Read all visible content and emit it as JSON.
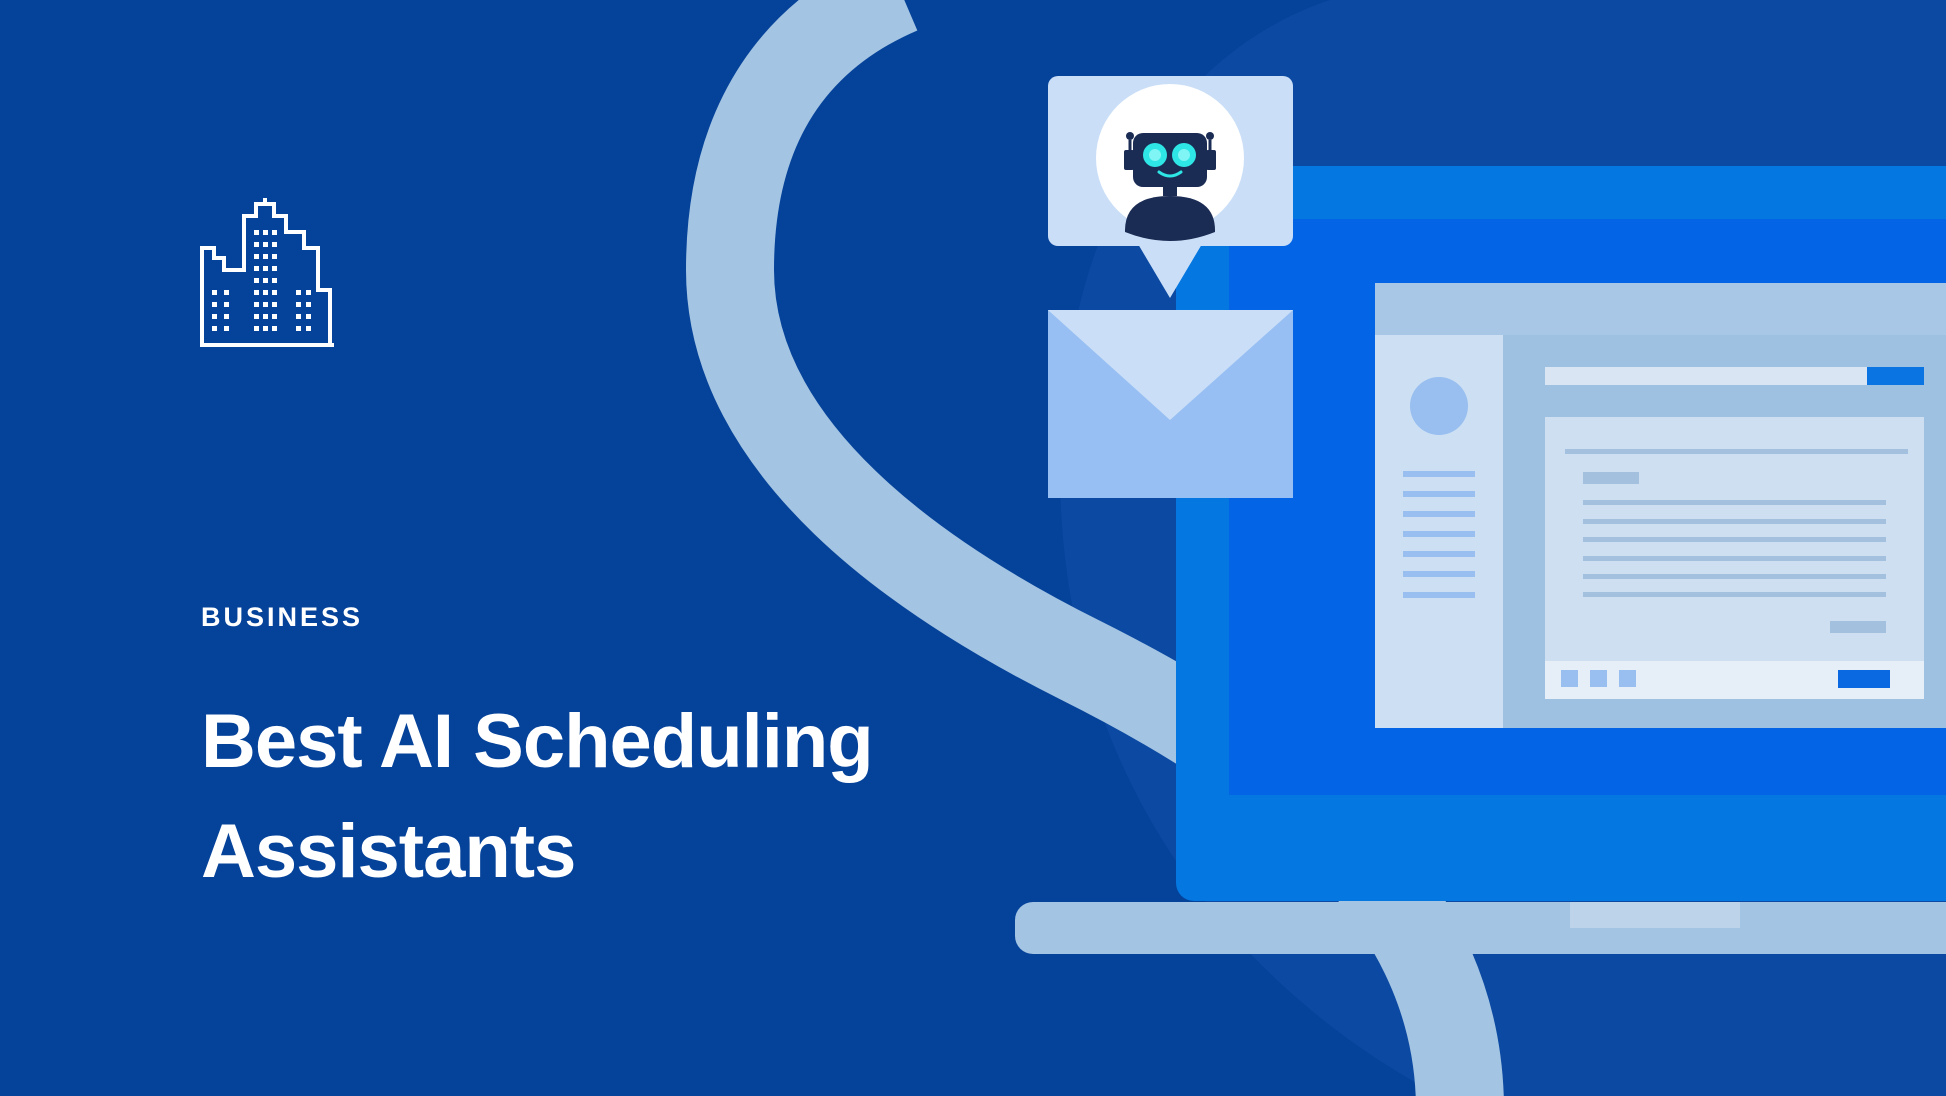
{
  "category": "BUSINESS",
  "title_lines": [
    "Best AI Scheduling",
    "Assistants"
  ],
  "colors": {
    "background": "#05429a",
    "accent": "#0577e0",
    "screen": "#0365e6",
    "curve": "#a3c4e2",
    "text": "#ffffff"
  },
  "icons": [
    "city-buildings-icon",
    "robot-icon",
    "envelope-icon",
    "laptop-icon",
    "avatar-circle-icon"
  ]
}
